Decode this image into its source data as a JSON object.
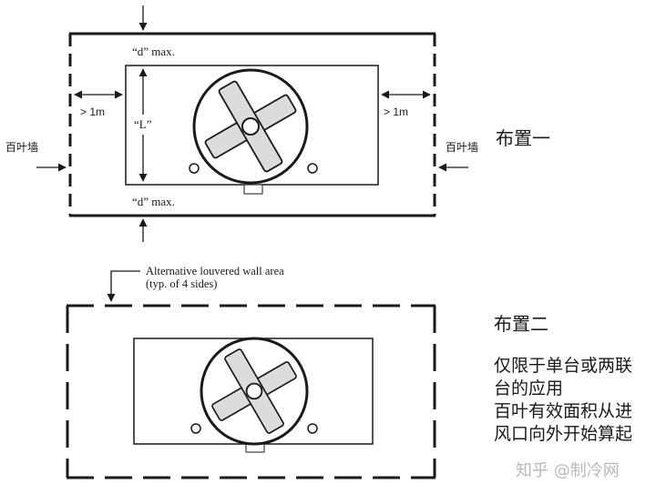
{
  "layout_1": {
    "title": "布置一",
    "clearance_top": "“d” max.",
    "clearance_bottom": "“d” max.",
    "length_label": "“L”",
    "side_clearance_left": "> 1m",
    "side_clearance_right": "> 1m",
    "louver_left": "百叶墙",
    "louver_right": "百叶墙"
  },
  "layout_2": {
    "title": "布置二",
    "alt_wall_line1": "Alternative louvered wall area",
    "alt_wall_line2": "(typ. of 4 sides)",
    "note_lines": [
      "仅限于单台或两联",
      "台的应用",
      "百叶有效面积从进",
      "风口向外开始算起"
    ]
  },
  "watermark": "知乎 @制冷网",
  "colors": {
    "line": "#1a1a1a",
    "fan_blade": "#dcdcdc",
    "watermark": "#b9b9b9"
  }
}
